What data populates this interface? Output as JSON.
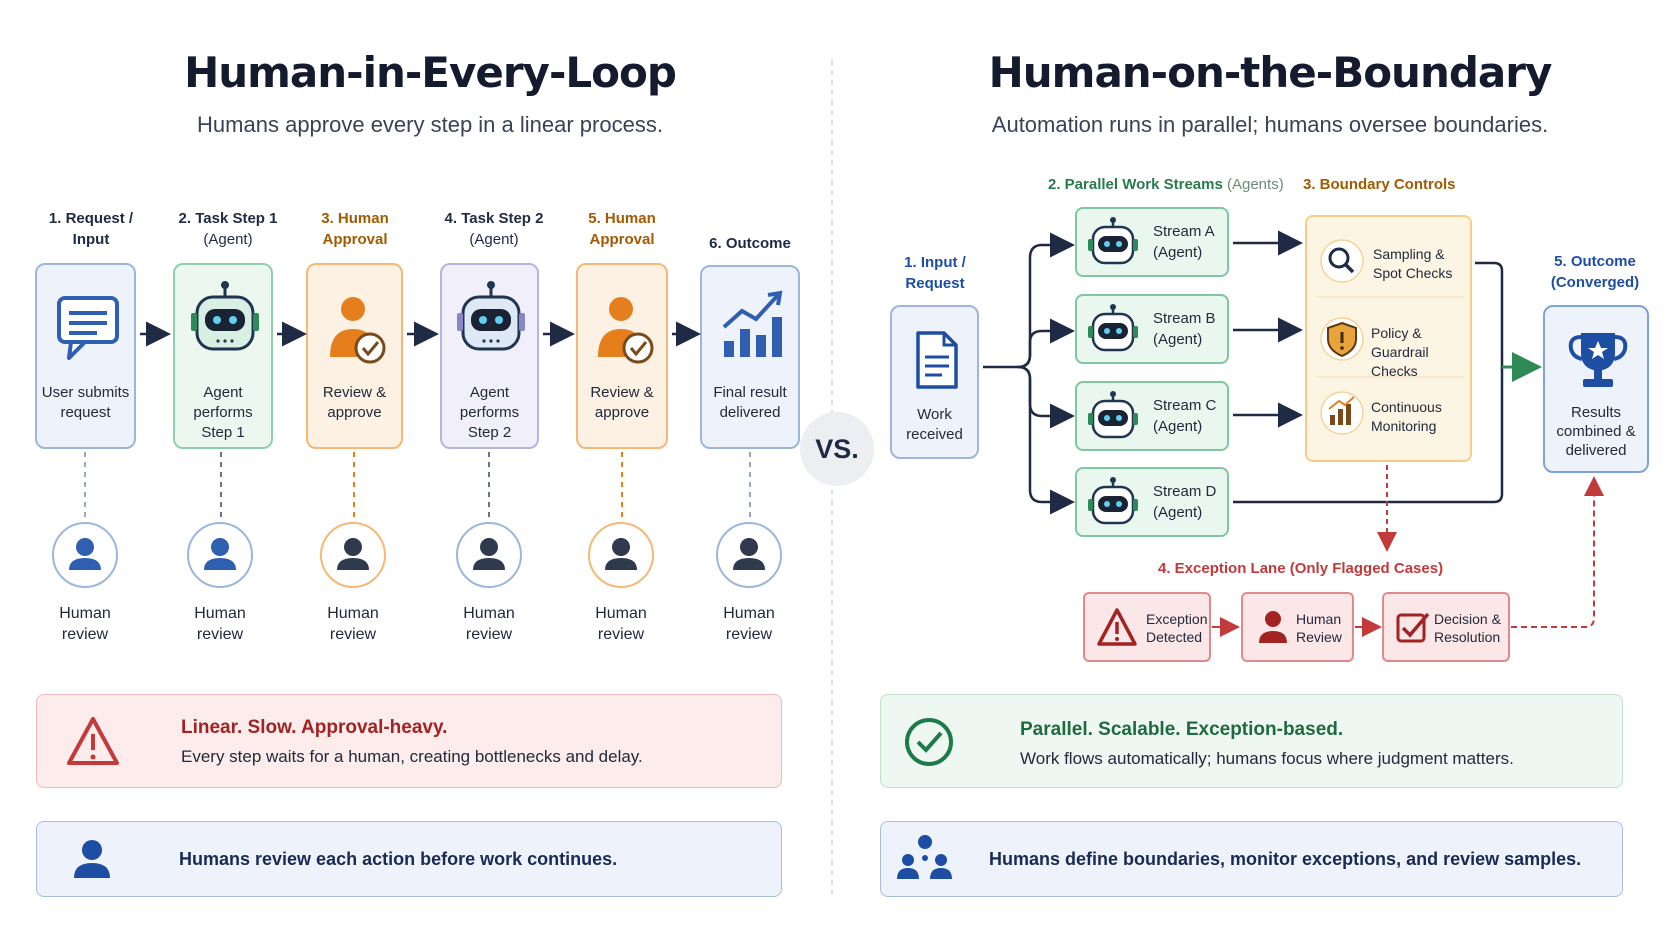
{
  "left": {
    "title": "Human-in-Every-Loop",
    "subtitle": "Humans approve every step in a linear process.",
    "steps": [
      {
        "label1": "1. Request /",
        "label2": "Input",
        "text1": "User submits",
        "text2": "request"
      },
      {
        "label1": "2. Task Step 1",
        "label2": "(Agent)",
        "text1": "Agent performs",
        "text2": "Step 1"
      },
      {
        "label1": "3. Human",
        "label2": "Approval",
        "text1": "Review &",
        "text2": "approve"
      },
      {
        "label1": "4. Task Step 2",
        "label2": "(Agent)",
        "text1": "Agent performs",
        "text2": "Step 2"
      },
      {
        "label1": "5. Human",
        "label2": "Approval",
        "text1": "Review &",
        "text2": "approve"
      },
      {
        "label1": "6. Outcome",
        "label2": "",
        "text1": "Final result",
        "text2": "delivered"
      }
    ],
    "human_line1": "Human",
    "human_line2": "review",
    "banner1": {
      "title": "Linear. Slow. Approval-heavy.",
      "text": "Every step waits for a human, creating bottlenecks and delay."
    },
    "banner2": {
      "text": "Humans review each action before work continues."
    }
  },
  "vs": "VS.",
  "right": {
    "title": "Human-on-the-Boundary",
    "subtitle": "Automation runs in parallel; humans oversee boundaries.",
    "input": {
      "label1": "1. Input /",
      "label2": "Request",
      "text1": "Work",
      "text2": "received"
    },
    "streams_header": "2. Parallel Work Streams",
    "streams_header_sub": "(Agents)",
    "streams": [
      {
        "name": "Stream A",
        "sub": "(Agent)"
      },
      {
        "name": "Stream B",
        "sub": "(Agent)"
      },
      {
        "name": "Stream C",
        "sub": "(Agent)"
      },
      {
        "name": "Stream D",
        "sub": "(Agent)"
      }
    ],
    "boundary_header": "3. Boundary Controls",
    "boundary": [
      {
        "line1": "Sampling &",
        "line2": "Spot Checks",
        "icon": "magnifier-icon"
      },
      {
        "line1": "Policy & Guardrail",
        "line2": "Checks",
        "icon": "shield-icon"
      },
      {
        "line1": "Continuous",
        "line2": "Monitoring",
        "icon": "chart-icon"
      }
    ],
    "outcome": {
      "label1": "5. Outcome",
      "label2": "(Converged)",
      "text1": "Results",
      "text2": "combined &",
      "text3": "delivered"
    },
    "exception_header": "4. Exception Lane (Only Flagged Cases)",
    "exceptions": [
      {
        "line1": "Exception",
        "line2": "Detected"
      },
      {
        "line1": "Human",
        "line2": "Review"
      },
      {
        "line1": "Decision &",
        "line2": "Resolution"
      }
    ],
    "banner1": {
      "title": "Parallel. Scalable. Exception-based.",
      "text": "Work flows automatically; humans focus where judgment matters."
    },
    "banner2": {
      "text": "Humans define boundaries, monitor exceptions, and review samples."
    }
  },
  "colors": {
    "blue": "#2f5fb0",
    "green": "#2e8b57",
    "orange": "#e57f1e",
    "brown": "#a35a00",
    "purple": "#8a87c7",
    "red": "#c23a3a",
    "dark": "#1f2a44"
  }
}
